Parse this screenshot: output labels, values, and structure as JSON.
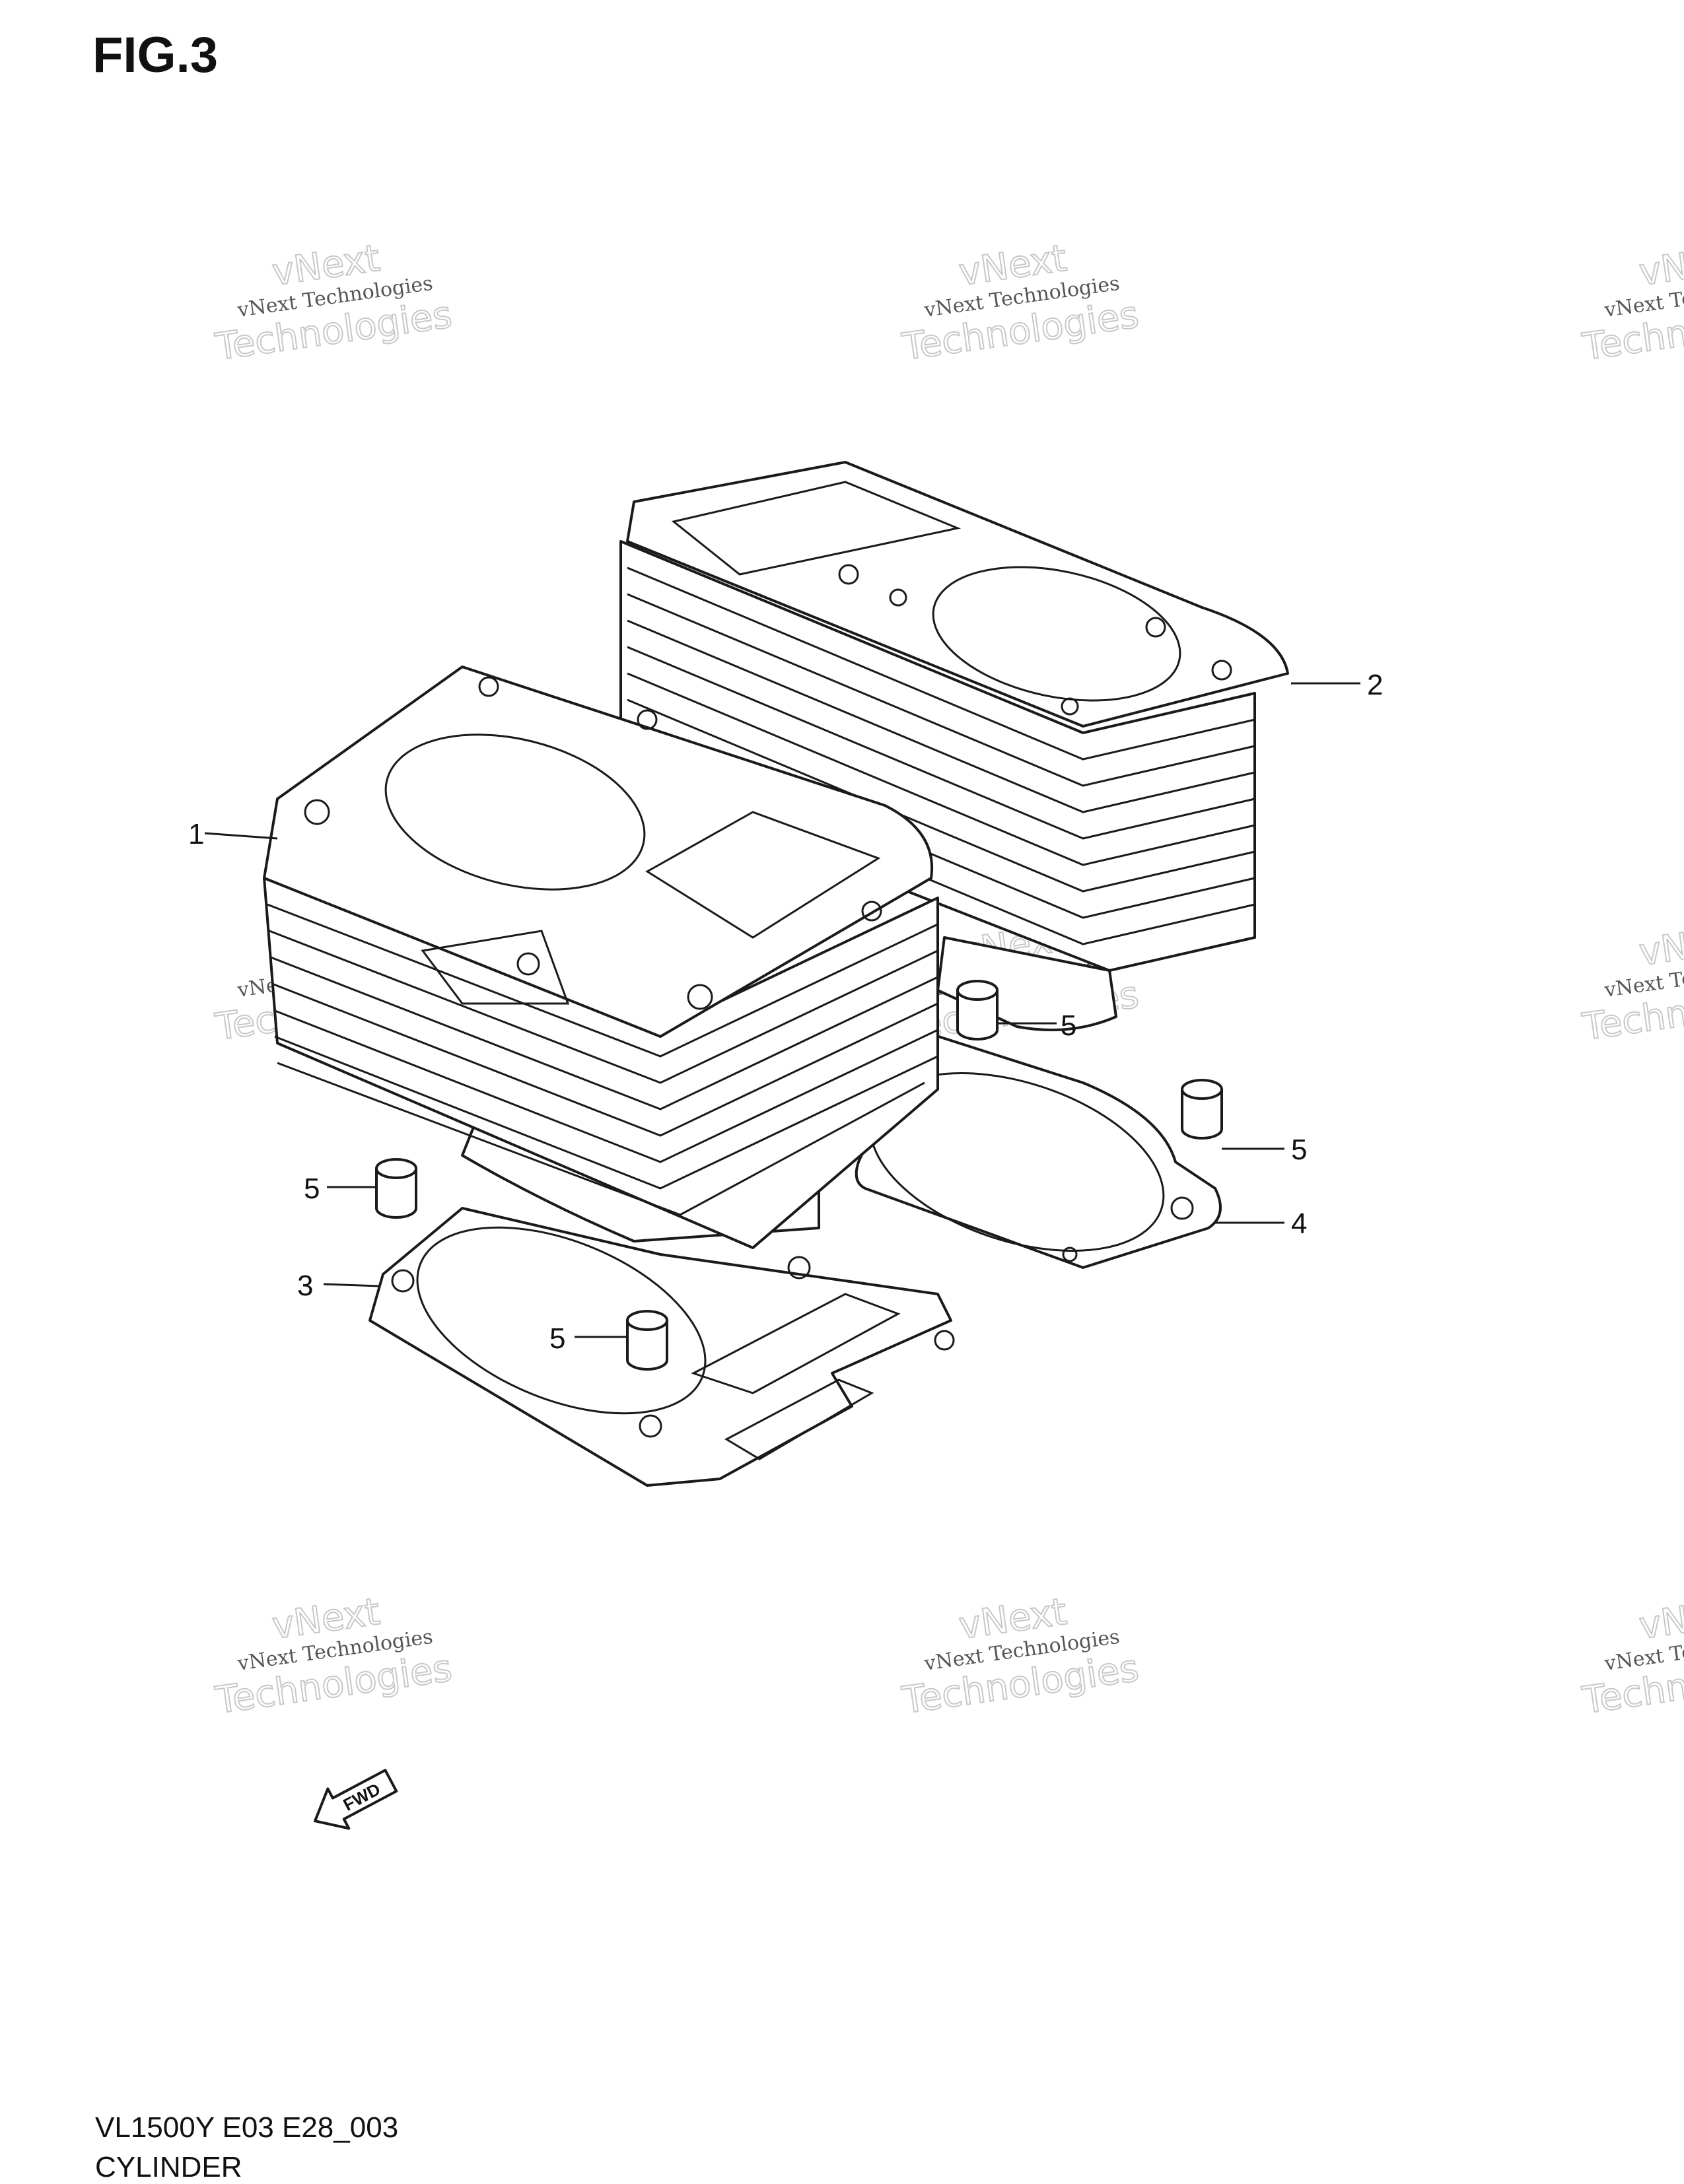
{
  "figure": {
    "title": "FIG.3"
  },
  "footer": {
    "model_code": "VL1500Y E03 E28_003",
    "section_name": "CYLINDER"
  },
  "watermark": {
    "line1": "vNext Technologies",
    "line2": "vNext",
    "line3": "Technologies"
  },
  "fwd_label": "FWD",
  "callouts": [
    {
      "id": "c1",
      "label": "1"
    },
    {
      "id": "c2",
      "label": "2"
    },
    {
      "id": "c3",
      "label": "3"
    },
    {
      "id": "c4",
      "label": "4"
    },
    {
      "id": "c5a",
      "label": "5"
    },
    {
      "id": "c5b",
      "label": "5"
    },
    {
      "id": "c5c",
      "label": "5"
    },
    {
      "id": "c5d",
      "label": "5"
    }
  ]
}
